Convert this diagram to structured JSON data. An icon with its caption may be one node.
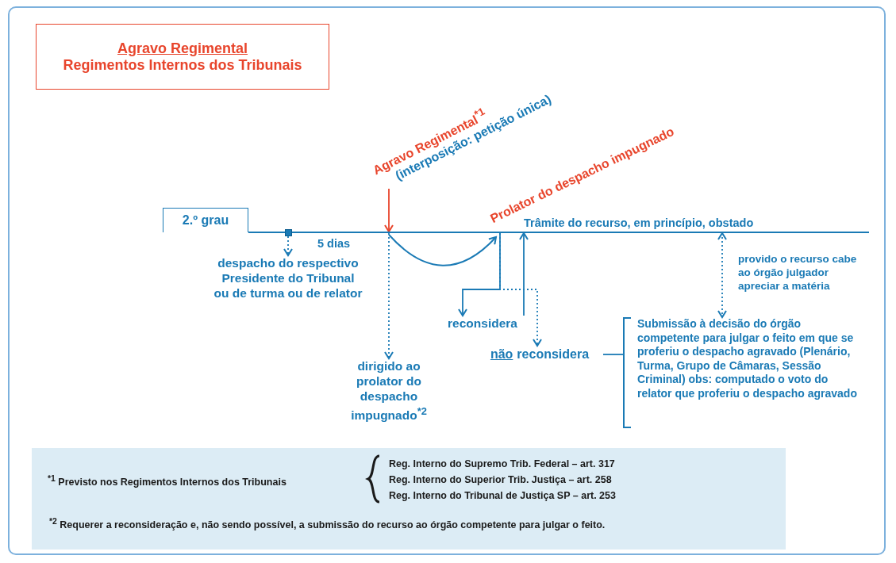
{
  "diagram": {
    "nodes": [
      {
        "text": [
          "Agravo Regimental",
          "Regimentos Internos dos Tribunais"
        ]
      },
      {
        "text": [
          "2.º grau"
        ]
      },
      {
        "text": [],
        "shape": "box"
      },
      {
        "text": [
          "Agravo Regimental$^{*1}$",
          "(interposição: petição única)"
        ]
      },
      {
        "text": [
          "despacho do respectivo Presidente do Tribunal ou de turma ou de relator"
        ]
      },
      {
        "text": [
          "dirigido ao prolator do despacho impugnado$^{*2}$"
        ]
      },
      {
        "text": [
          "reconsidera"
        ]
      },
      {
        "text": [
          "não",
          "reconsidera"
        ]
      },
      {
        "text": [
          "Submissão à decisão do órgão competente para julgar o feito em que se proferiu o despacho agravado (Plenário, Turma, Grupo de Câmaras, Sessão Criminal) obs: computado o voto do relator que proferiu o despacho agravado"
        ]
      },
      {
        "text": [
          "$^{*1}$ Previsto nos Regimentos Internos dos Tribunais",
          "Reg. Interno do Supremo Trib. Federal – art. 317",
          "Reg. Interno do Superior Trib. Justiça – art. 258",
          "Reg. Interno do Tribunal de Justiça SP – art. 253",
          "$^{*2}$ Requerer a reconsideração e, não sendo possível, a submissão do recurso ao órgão competente para julgar o feito."
        ]
      },
      {
        "text": [],
        "shape": "bar"
      }
    ],
    "edges": [
      {
        "from": 3,
        "to": 10,
        "arrow": "to",
        "color": "#e8452c"
      },
      {
        "from": 2,
        "to": 4,
        "arrow": "to",
        "style": "dashed"
      },
      {
        "from": 10,
        "to": 5,
        "arrow": "to",
        "style": "dashed"
      },
      {
        "from": 10,
        "to": 6,
        "arrow": "to"
      },
      {
        "from": 10,
        "to": 7,
        "arrow": "to",
        "style": "dashed"
      },
      {
        "from": 6,
        "to": 10,
        "arrow": "to"
      },
      {
        "from": 10,
        "to": 8,
        "arrow": "both",
        "style": "dashed",
        "label": "provido o recurso cabe ao órgão julgador apreciar a matéria"
      },
      {
        "from": 7,
        "to": 8,
        "arrow": "none"
      }
    ],
    "labels": [
      "Prolator do despacho impugnado",
      "Trâmite do recurso, em princípio, obstado",
      "5 dias"
    ]
  }
}
